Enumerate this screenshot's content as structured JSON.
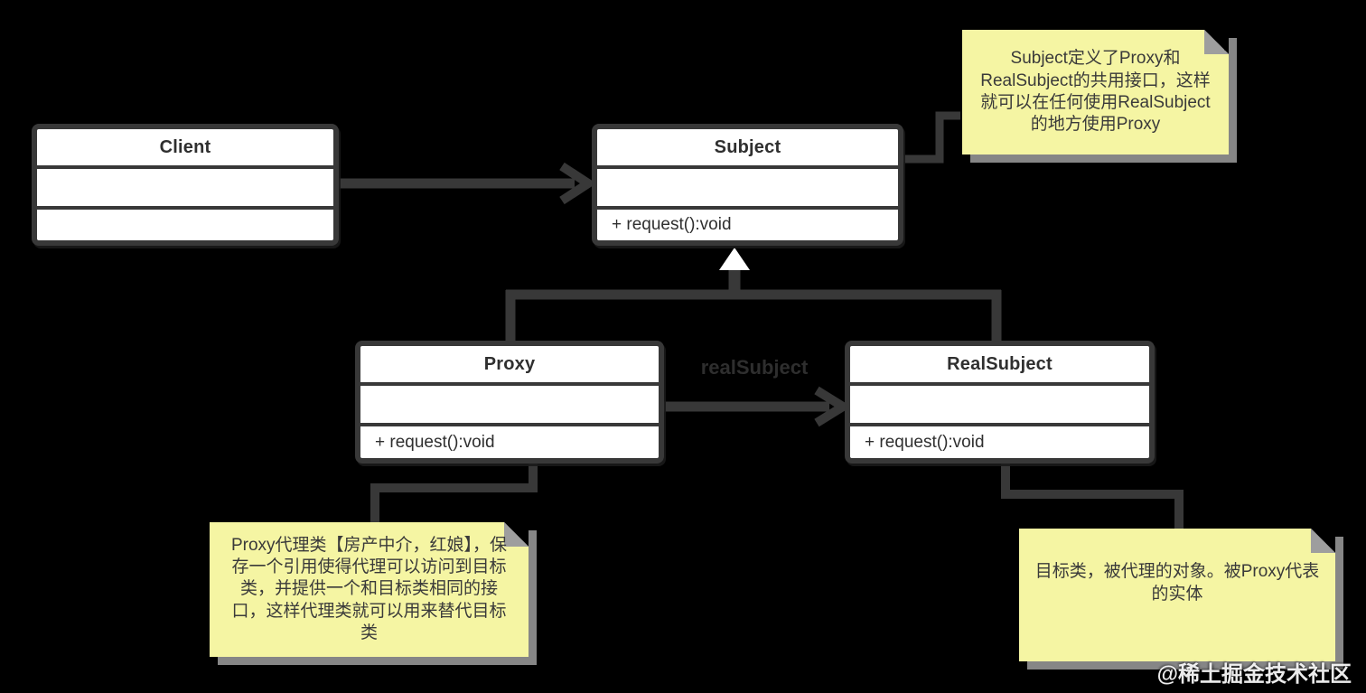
{
  "canvas": {
    "background": "#000000",
    "line_color": "#383838",
    "box_fill": "#ffffff",
    "box_border": "#383838",
    "note_fill": "#f5f5a3",
    "note_shadow": "#9e9e9e",
    "text_color": "#2f2f2f"
  },
  "classes": {
    "client": {
      "title": "Client",
      "methods": ""
    },
    "subject": {
      "title": "Subject",
      "methods": "+ request():void"
    },
    "proxy": {
      "title": "Proxy",
      "methods": "+ request():void"
    },
    "realsubject": {
      "title": "RealSubject",
      "methods": "+ request():void"
    }
  },
  "edges": {
    "client_to_subject": {
      "type": "open-arrow-right"
    },
    "proxy_to_realsubject": {
      "type": "open-arrow-right",
      "label": "realSubject"
    },
    "generalization": {
      "type": "hollow-triangle-up"
    }
  },
  "notes": {
    "subject_note": {
      "text": "Subject定义了Proxy和RealSubject的共用接口，这样就可以在任何使用RealSubject的地方使用Proxy"
    },
    "proxy_note": {
      "text": "Proxy代理类【房产中介，红娘】，保存一个引用使得代理可以访问到目标类，并提供一个和目标类相同的接口，这样代理类就可以用来替代目标类"
    },
    "realsubject_note": {
      "text": "目标类，被代理的对象。被Proxy代表的实体"
    }
  },
  "watermark": {
    "text": "@稀土掘金技术社区"
  }
}
